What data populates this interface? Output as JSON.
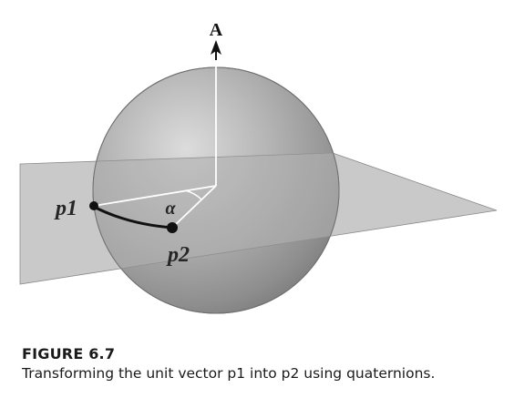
{
  "diagram": {
    "axis_label": "A",
    "angle_label": "α",
    "point1_label": "p1",
    "point2_label": "p2"
  },
  "caption": {
    "title": "FIGURE 6.7",
    "text": "Transforming the unit vector p1 into p2 using quaternions."
  }
}
